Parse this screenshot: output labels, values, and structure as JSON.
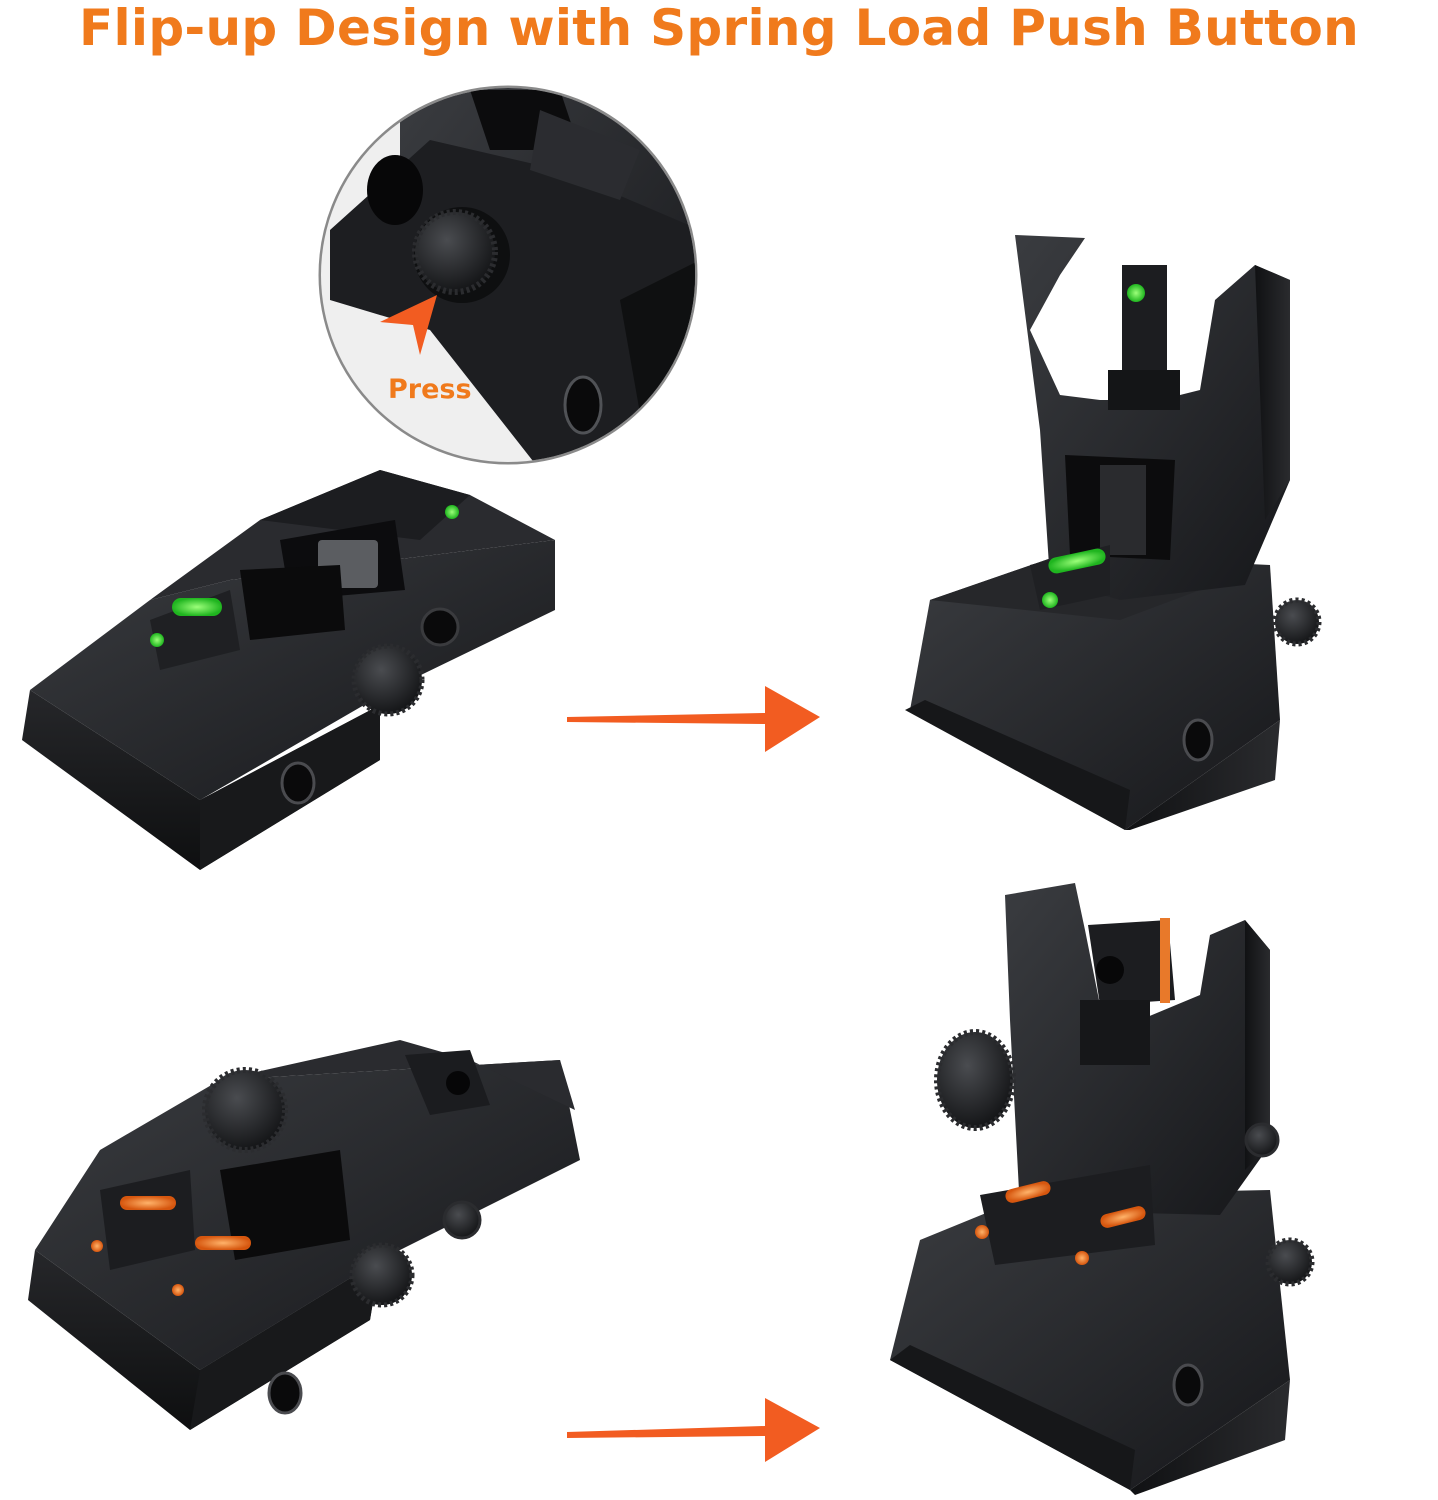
{
  "headline": "Flip-up Design with Spring Load Push Button",
  "callout": {
    "label": "Press"
  },
  "colors": {
    "accent_orange": "#f07a1c",
    "arrow_orange": "#f25c21",
    "fiber_green": "#2bd62b",
    "fiber_orange": "#f07a1c",
    "sight_body": "#1b1c1e"
  },
  "panels": [
    {
      "id": "front-sight-folded",
      "fiber": "green",
      "state": "folded"
    },
    {
      "id": "front-sight-deployed",
      "fiber": "green",
      "state": "deployed"
    },
    {
      "id": "rear-sight-folded",
      "fiber": "orange",
      "state": "folded"
    },
    {
      "id": "rear-sight-deployed",
      "fiber": "orange",
      "state": "deployed"
    }
  ]
}
